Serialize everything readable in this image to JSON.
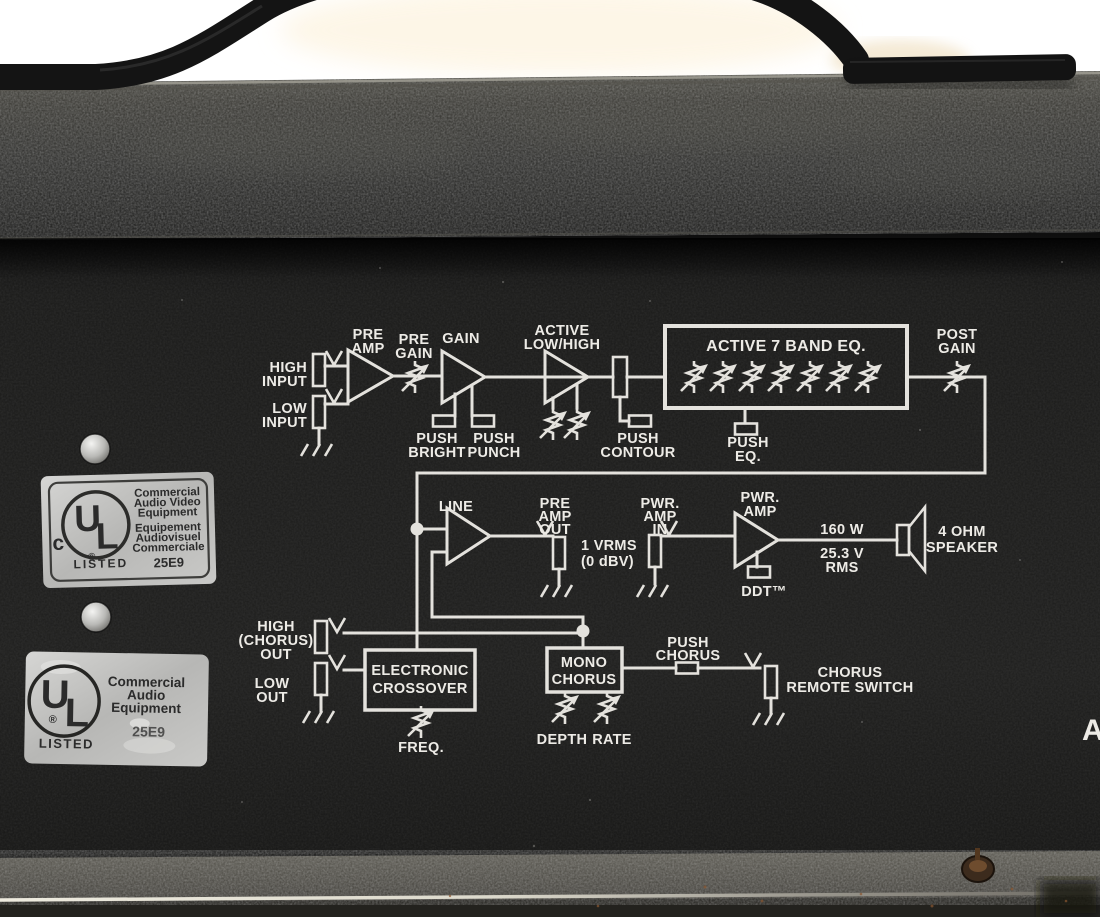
{
  "labels": {
    "high_input": [
      "HIGH",
      "INPUT"
    ],
    "low_input": [
      "LOW",
      "INPUT"
    ],
    "pre_amp": [
      "PRE",
      "AMP"
    ],
    "pre_gain": [
      "PRE",
      "GAIN"
    ],
    "gain": "GAIN",
    "active_low_high": [
      "ACTIVE",
      "LOW/HIGH"
    ],
    "push_bright": [
      "PUSH",
      "BRIGHT"
    ],
    "push_punch": [
      "PUSH",
      "PUNCH"
    ],
    "push_contour": [
      "PUSH",
      "CONTOUR"
    ],
    "eq_title": "ACTIVE 7 BAND EQ.",
    "push_eq": [
      "PUSH",
      "EQ."
    ],
    "post_gain": [
      "POST",
      "GAIN"
    ],
    "line_amp": "LINE",
    "pre_amp_out": [
      "PRE",
      "AMP",
      "OUT"
    ],
    "vrms": [
      "1 VRMS",
      "(0 dBV)"
    ],
    "pwr_amp_in": [
      "PWR.",
      "AMP",
      "IN"
    ],
    "pwr_amp": [
      "PWR.",
      "AMP"
    ],
    "ddt": "DDT™",
    "watts": "160 W",
    "volts": [
      "25.3 V",
      "RMS"
    ],
    "speaker": [
      "4 OHM",
      "SPEAKER"
    ],
    "high_chorus_out": [
      "HIGH",
      "(CHORUS)",
      "OUT"
    ],
    "low_out": [
      "LOW",
      "OUT"
    ],
    "crossover": [
      "ELECTRONIC",
      "CROSSOVER"
    ],
    "freq": "FREQ.",
    "mono_chorus": [
      "MONO",
      "CHORUS"
    ],
    "depth": "DEPTH",
    "rate": "RATE",
    "push_chorus": [
      "PUSH",
      "CHORUS"
    ],
    "chorus_remote": [
      "CHORUS",
      "REMOTE SWITCH"
    ],
    "revision": "A"
  },
  "sticker_cul": {
    "c": "c",
    "u": "U",
    "l": "L",
    "reg": "®",
    "listed": "LISTED",
    "en": [
      "Commercial",
      "Audio Video",
      "Equipment"
    ],
    "fr": [
      "Equipement",
      "Audiovisuel",
      "Commerciale"
    ],
    "code": "25E9"
  },
  "sticker_ul": {
    "u": "U",
    "l": "L",
    "reg": "®",
    "listed": "LISTED",
    "en": [
      "Commercial",
      "Audio",
      "Equipment"
    ],
    "code": "25E9"
  },
  "colors": {
    "panel": "#1c1c1b",
    "leather": "#2e2e2b",
    "diagram_line": "#e4e2dd",
    "sticker_silver": "#c2c2c2",
    "bottom_highlight": "#e9e6da",
    "background": "#ffffff"
  }
}
